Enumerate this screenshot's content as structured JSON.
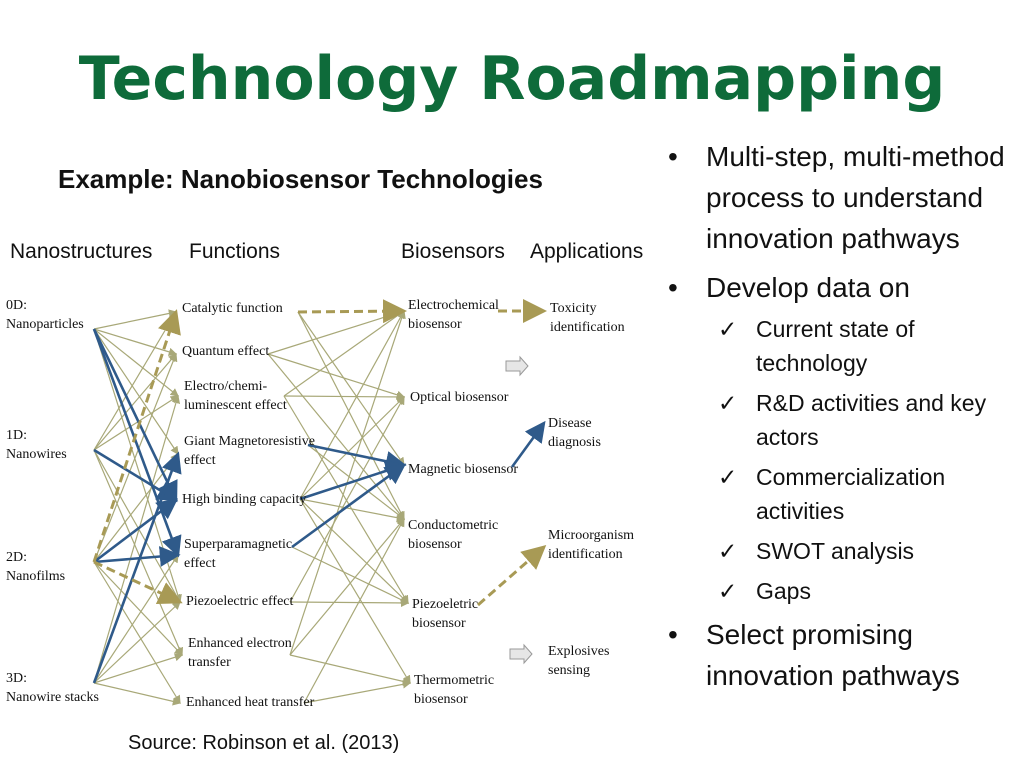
{
  "title": "Technology Roadmapping",
  "subtitle": "Example: Nanobiosensor Technologies",
  "columns": [
    "Nanostructures",
    "Functions",
    "Biosensors",
    "Applications"
  ],
  "source": "Source: Robinson et al. (2013)",
  "diagram": {
    "nanostructures": [
      [
        "0D:",
        "Nanoparticles"
      ],
      [
        "1D:",
        "Nanowires"
      ],
      [
        "2D:",
        "Nanofilms"
      ],
      [
        "3D:",
        "Nanowire stacks"
      ]
    ],
    "functions": [
      [
        "Catalytic function"
      ],
      [
        "Quantum effect"
      ],
      [
        "Electro/chemi-",
        "luminescent effect"
      ],
      [
        "Giant Magnetoresistive",
        "effect"
      ],
      [
        "High binding capacity"
      ],
      [
        "Superparamagnetic",
        "effect"
      ],
      [
        "Piezoelectric effect"
      ],
      [
        "Enhanced electron",
        "transfer"
      ],
      [
        "Enhanced heat transfer"
      ]
    ],
    "biosensors": [
      [
        "Electrochemical",
        "biosensor"
      ],
      [
        "Optical biosensor"
      ],
      [
        "Magnetic biosensor"
      ],
      [
        "Conductometric",
        "biosensor"
      ],
      [
        "Piezoeletric",
        "biosensor"
      ],
      [
        "Thermometric",
        "biosensor"
      ]
    ],
    "applications": [
      [
        "Toxicity",
        "identification"
      ],
      [
        "Disease",
        "diagnosis"
      ],
      [
        "Microorganism",
        "identification"
      ],
      [
        "Explosives",
        "sensing"
      ]
    ],
    "colors": {
      "olive": "#a8a878",
      "olive_dash": "#a89a55",
      "blue": "#2f5a8a"
    }
  },
  "bullets": [
    {
      "text": "Multi-step, multi-method process to understand innovation pathways"
    },
    {
      "text": "Develop data on",
      "subs": [
        "Current state of technology",
        "R&D activities and key actors",
        "Commercialization activities",
        "SWOT analysis",
        "Gaps"
      ]
    },
    {
      "text": "Select promising innovation pathways"
    }
  ]
}
